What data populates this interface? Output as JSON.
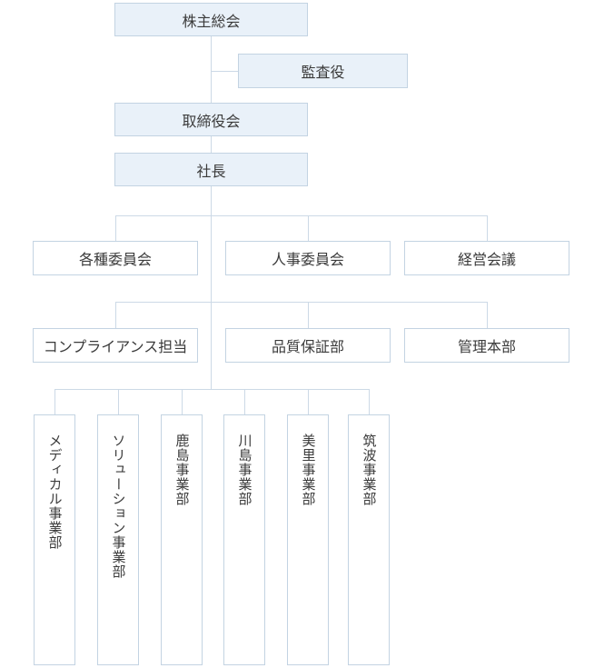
{
  "chart_type": "organization-chart",
  "colors": {
    "box_fill_blue": "#e9f1f9",
    "box_fill_white": "#ffffff",
    "box_border": "#c3d3e2",
    "connector": "#ccd9e6",
    "text": "#3b3b3b",
    "bg": "#ffffff"
  },
  "nodes": {
    "shareholders": {
      "label": "株主総会"
    },
    "auditor": {
      "label": "監査役"
    },
    "board": {
      "label": "取締役会"
    },
    "president": {
      "label": "社長"
    },
    "committees": {
      "label": "各種委員会"
    },
    "hr_committee": {
      "label": "人事委員会"
    },
    "management_meeting": {
      "label": "経営会議"
    },
    "compliance": {
      "label": "コンプライアンス担当"
    },
    "quality_assurance": {
      "label": "品質保証部"
    },
    "admin_hq": {
      "label": "管理本部"
    },
    "divisions": [
      {
        "label": "メディカル事業部"
      },
      {
        "label": "ソリューション事業部"
      },
      {
        "label": "鹿島事業部"
      },
      {
        "label": "川島事業部"
      },
      {
        "label": "美里事業部"
      },
      {
        "label": "筑波事業部"
      }
    ]
  }
}
